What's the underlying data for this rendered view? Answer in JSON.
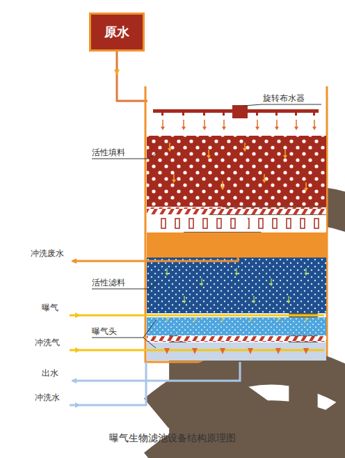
{
  "diagram": {
    "caption": "曝气生物滤池设备结构原理图",
    "nodes": [
      {
        "text": [
          "原水"
        ]
      }
    ],
    "labels": [
      "旋转布水器",
      "活性填料",
      "冲洗废水",
      "活性滤料",
      "曝气",
      "曝气头",
      "冲洗气",
      "出水",
      "冲洗水"
    ]
  }
}
